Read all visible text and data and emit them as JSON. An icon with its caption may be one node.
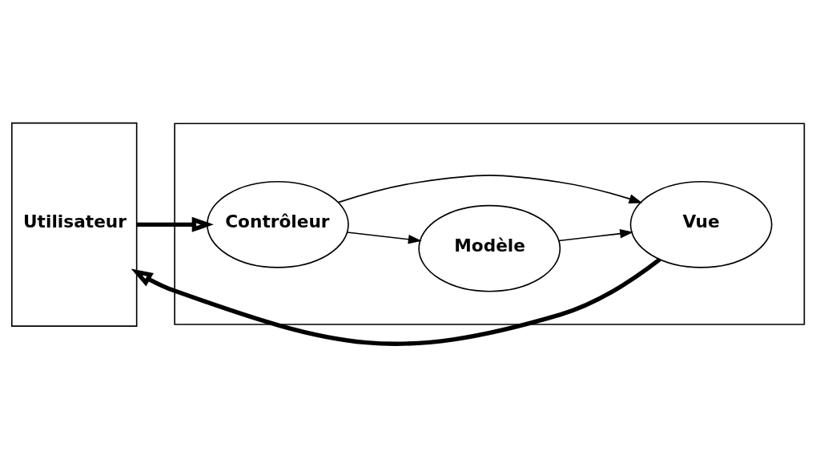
{
  "diagram": {
    "nodes": [
      {
        "text": [
          "Utilisateur"
        ]
      },
      {
        "text": [],
        "shape": "box"
      },
      {
        "text": [
          "Contrôleur"
        ],
        "in": 1
      },
      {
        "text": [
          "Modèle"
        ],
        "in": 1
      },
      {
        "text": [
          "Vue"
        ],
        "in": 1
      }
    ],
    "edges": [
      {
        "from": 0,
        "to": 2,
        "arrow": "to",
        "style": "thick"
      },
      {
        "from": 2,
        "to": 4,
        "arrow": "to"
      },
      {
        "from": 2,
        "to": 3,
        "arrow": "to"
      },
      {
        "from": 3,
        "to": 4,
        "arrow": "to"
      },
      {
        "from": 4,
        "to": 0,
        "arrow": "to",
        "style": "thick"
      }
    ]
  }
}
